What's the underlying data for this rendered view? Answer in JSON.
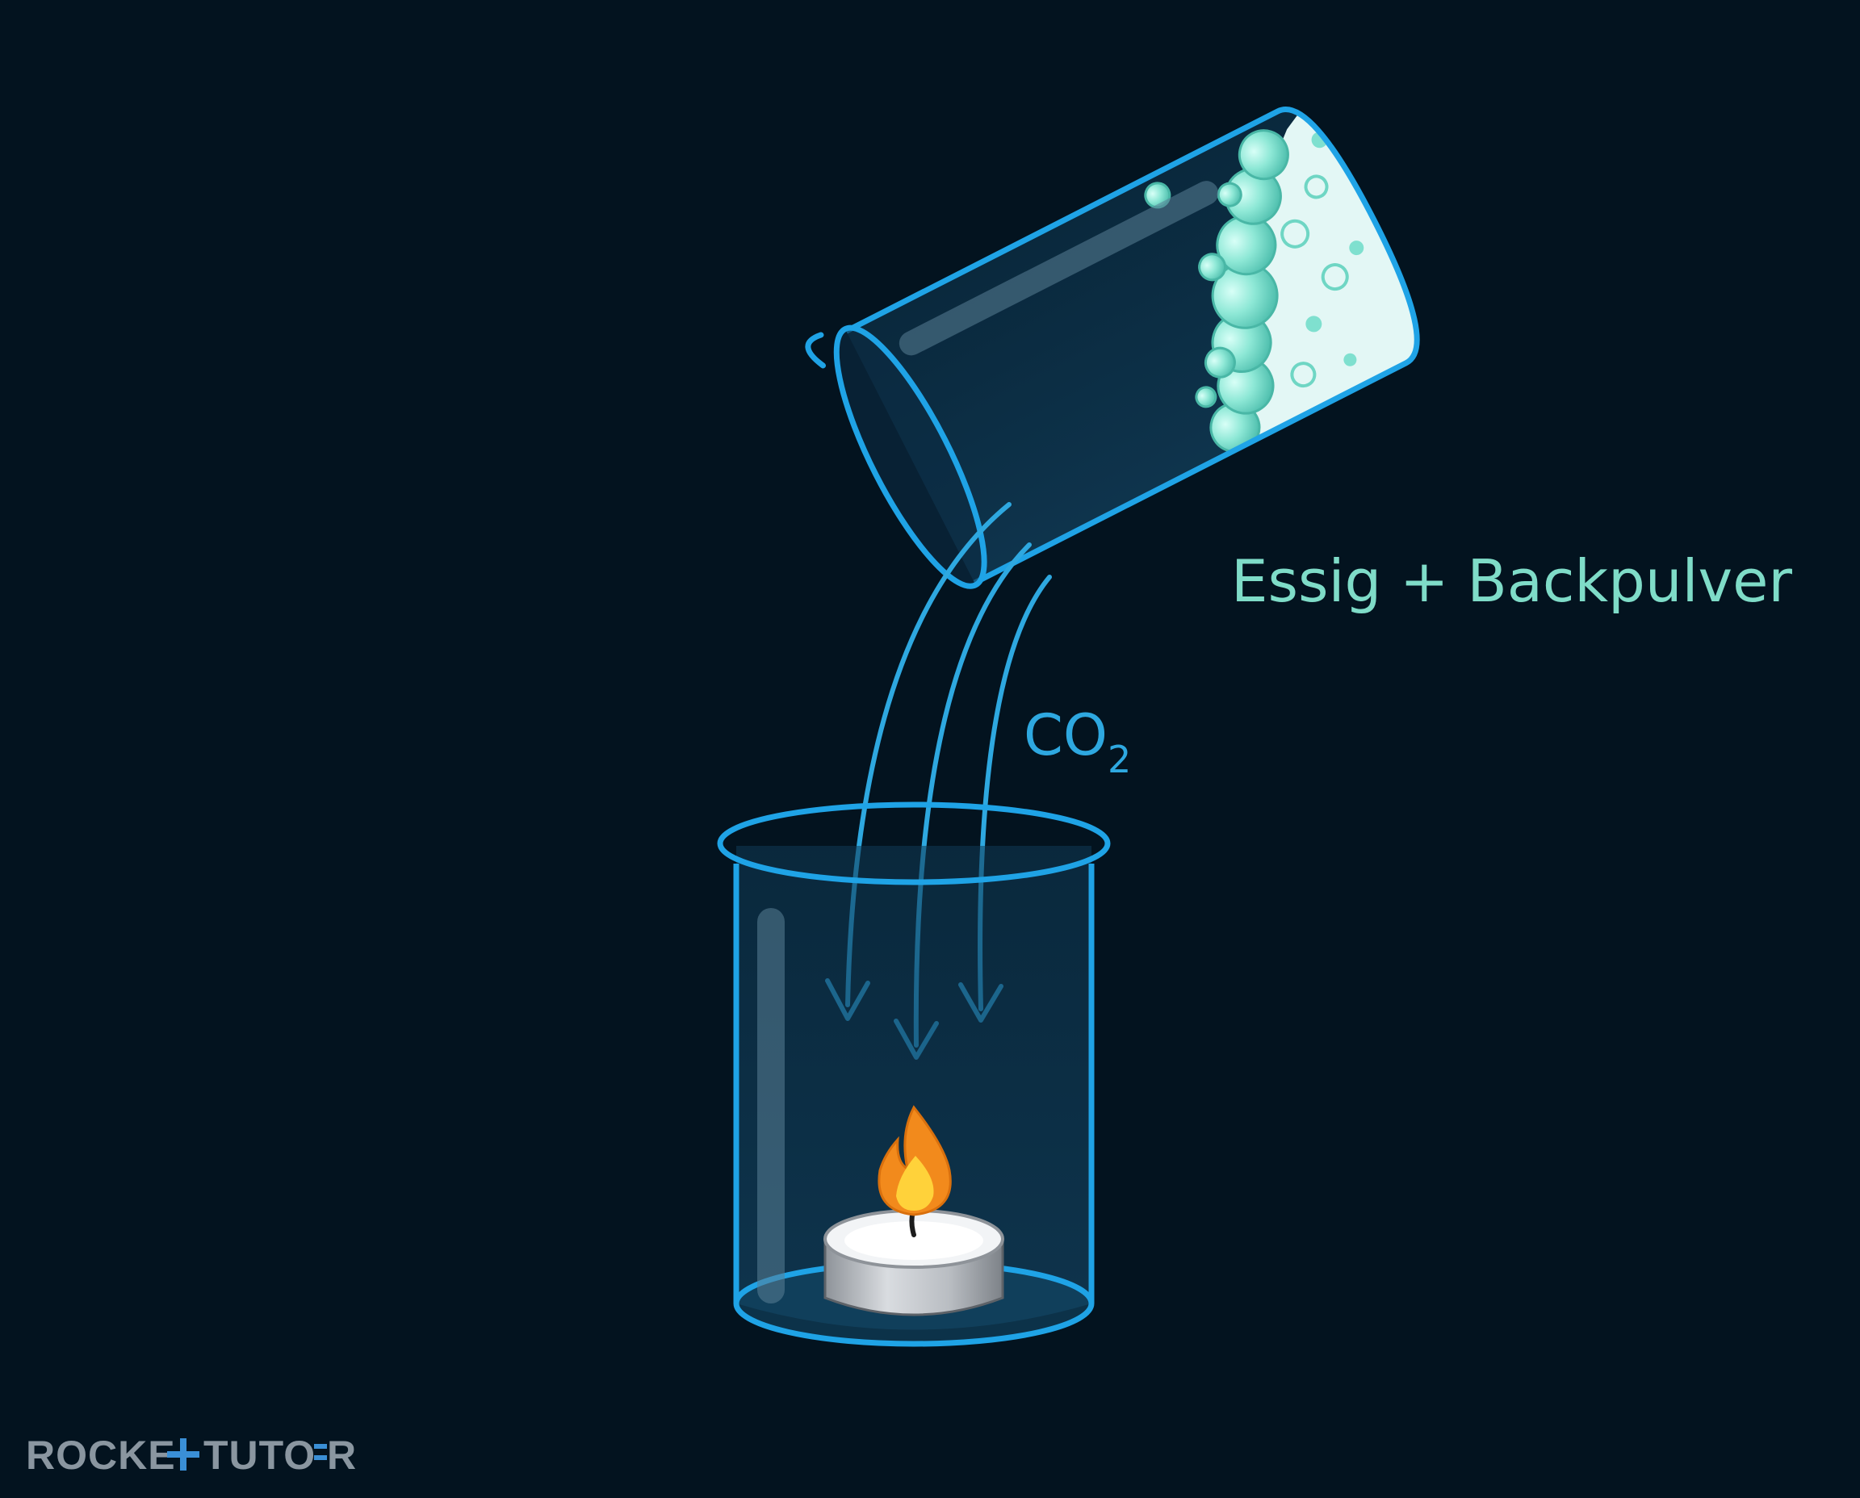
{
  "labels": {
    "mixture": "Essig + Backpulver",
    "gas": "CO",
    "gas_subscript": "2"
  },
  "logo": {
    "part1": "ROCKE",
    "part2": "TUTO",
    "part3": "R"
  },
  "colors": {
    "background": "#03131f",
    "glass_outline": "#1fa3e6",
    "gas_arrows": "#2ea8e0",
    "mixture_label": "#7fdcc8",
    "foam": "#7fe0cf",
    "liquid": "#e3f7f5",
    "flame_outer": "#f28a1c",
    "flame_inner": "#ffd23a",
    "candle": "#c8cbd0",
    "logo": "#8a96a0"
  },
  "icons": {
    "candle": "tealight-candle-icon",
    "flame": "flame-icon",
    "beaker": "beaker-icon"
  }
}
